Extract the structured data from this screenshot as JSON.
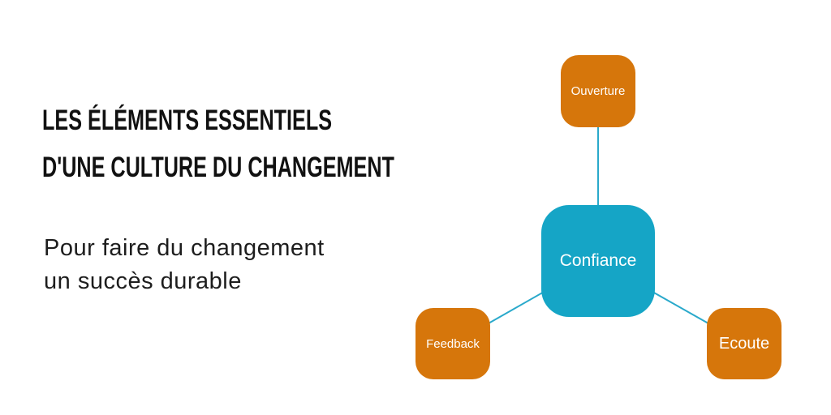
{
  "header": {
    "title_line1": "LES ÉLÉMENTS ESSENTIELS",
    "title_line2": "D'UNE CULTURE DU CHANGEMENT",
    "subtitle_line1": "Pour faire du changement",
    "subtitle_line2": "un succès durable"
  },
  "diagram": {
    "type": "mind-map",
    "center_node": {
      "label": "Confiance",
      "color": "#15a5c6",
      "shape": "rounded-square"
    },
    "satellite_nodes": [
      {
        "label": "Ouverture",
        "color": "#d6760b",
        "position": "top",
        "shape": "rounded-square"
      },
      {
        "label": "Feedback",
        "color": "#d6760b",
        "position": "bottom-left",
        "shape": "rounded-square"
      },
      {
        "label": "Ecoute",
        "color": "#d6760b",
        "position": "bottom-right",
        "shape": "rounded-square"
      }
    ],
    "nodes": {
      "confiance": {
        "label": "Confiance"
      },
      "ouverture": {
        "label": "Ouverture"
      },
      "feedback": {
        "label": "Feedback"
      },
      "ecoute": {
        "label": "Ecoute"
      }
    }
  },
  "colors": {
    "background": "#ffffff",
    "orange": "#d6760b",
    "teal": "#15a5c6",
    "connector": "#2aa9cb",
    "title_text": "#111111",
    "subtitle_text": "#1d1d1d",
    "node_label": "#ffffff"
  }
}
